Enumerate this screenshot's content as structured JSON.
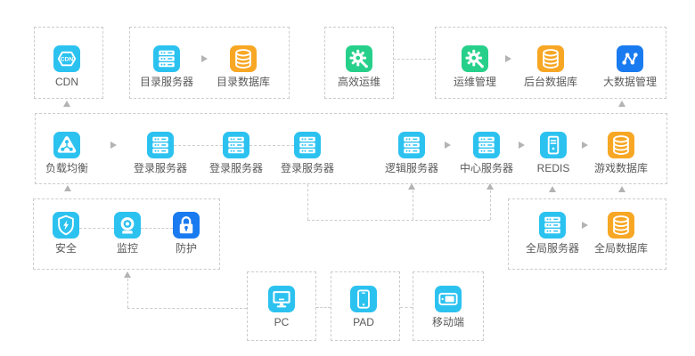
{
  "palette": {
    "cyan": "#2cc2f0",
    "amber": "#f7a724",
    "green": "#27d08a",
    "blue": "#1a7bf0",
    "dashed_border": "#cccccc",
    "arrow_gray": "#b3b3b3",
    "label_text": "#595959",
    "background": "#ffffff"
  },
  "nodes": {
    "cdn": {
      "label": "CDN",
      "icon": "cdn-icon",
      "color": "cyan",
      "icon_text": "CDN"
    },
    "dir_server": {
      "label": "目录服务器",
      "icon": "server-icon",
      "color": "cyan"
    },
    "dir_db": {
      "label": "目录数据库",
      "icon": "database-icon",
      "color": "amber"
    },
    "ops": {
      "label": "高效运维",
      "icon": "gear-wrench-icon",
      "color": "green"
    },
    "mgmt": {
      "label": "运维管理",
      "icon": "gear-wrench-icon",
      "color": "green"
    },
    "backend_db": {
      "label": "后台数据库",
      "icon": "database-icon",
      "color": "amber"
    },
    "bigdata": {
      "label": "大数据管理",
      "icon": "node-graph-icon",
      "color": "blue"
    },
    "lb": {
      "label": "负载均衡",
      "icon": "load-balancer-icon",
      "color": "cyan"
    },
    "login1": {
      "label": "登录服务器",
      "icon": "server-icon",
      "color": "cyan"
    },
    "login2": {
      "label": "登录服务器",
      "icon": "server-icon",
      "color": "cyan"
    },
    "login3": {
      "label": "登录服务器",
      "icon": "server-icon",
      "color": "cyan"
    },
    "logic": {
      "label": "逻辑服务器",
      "icon": "server-icon",
      "color": "cyan"
    },
    "center": {
      "label": "中心服务器",
      "icon": "server-icon",
      "color": "cyan"
    },
    "redis": {
      "label": "REDIS",
      "icon": "tower-server-icon",
      "color": "cyan"
    },
    "game_db": {
      "label": "游戏数据库",
      "icon": "database-icon",
      "color": "amber"
    },
    "security": {
      "label": "安全",
      "icon": "shield-bolt-icon",
      "color": "cyan"
    },
    "monitor": {
      "label": "监控",
      "icon": "camera-icon",
      "color": "cyan"
    },
    "protect": {
      "label": "防护",
      "icon": "lock-icon",
      "color": "blue"
    },
    "global_server": {
      "label": "全局服务器",
      "icon": "server-icon",
      "color": "cyan"
    },
    "global_db": {
      "label": "全局数据库",
      "icon": "database-icon",
      "color": "amber"
    },
    "pc": {
      "label": "PC",
      "icon": "monitor-icon",
      "color": "cyan"
    },
    "pad": {
      "label": "PAD",
      "icon": "tablet-icon",
      "color": "cyan"
    },
    "mobile": {
      "label": "移动端",
      "icon": "mobile-icon",
      "color": "cyan"
    }
  },
  "links": [
    "目录服务器 → 目录数据库",
    "高效运维 -- 运维管理",
    "运维管理 → 后台数据库",
    "服务层 → CDN",
    "游戏数据库 → 大数据管理",
    "负载均衡 → 登录服务器",
    "登录服务器 -- 登录服务器 -- 登录服务器",
    "登录服务器 → 逻辑服务器",
    "登录服务器 → 中心服务器",
    "逻辑服务器 → 中心服务器",
    "中心服务器 → REDIS",
    "REDIS → 游戏数据库",
    "全局服务器 → 全局数据库",
    "全局层 → REDIS / 游戏数据库",
    "安全 -- 监控 -- 防护",
    "安全监控层 → 服务层",
    "终端 (PC/PAD/移动端) → 监控",
    "PC -- PAD -- 移动端"
  ]
}
